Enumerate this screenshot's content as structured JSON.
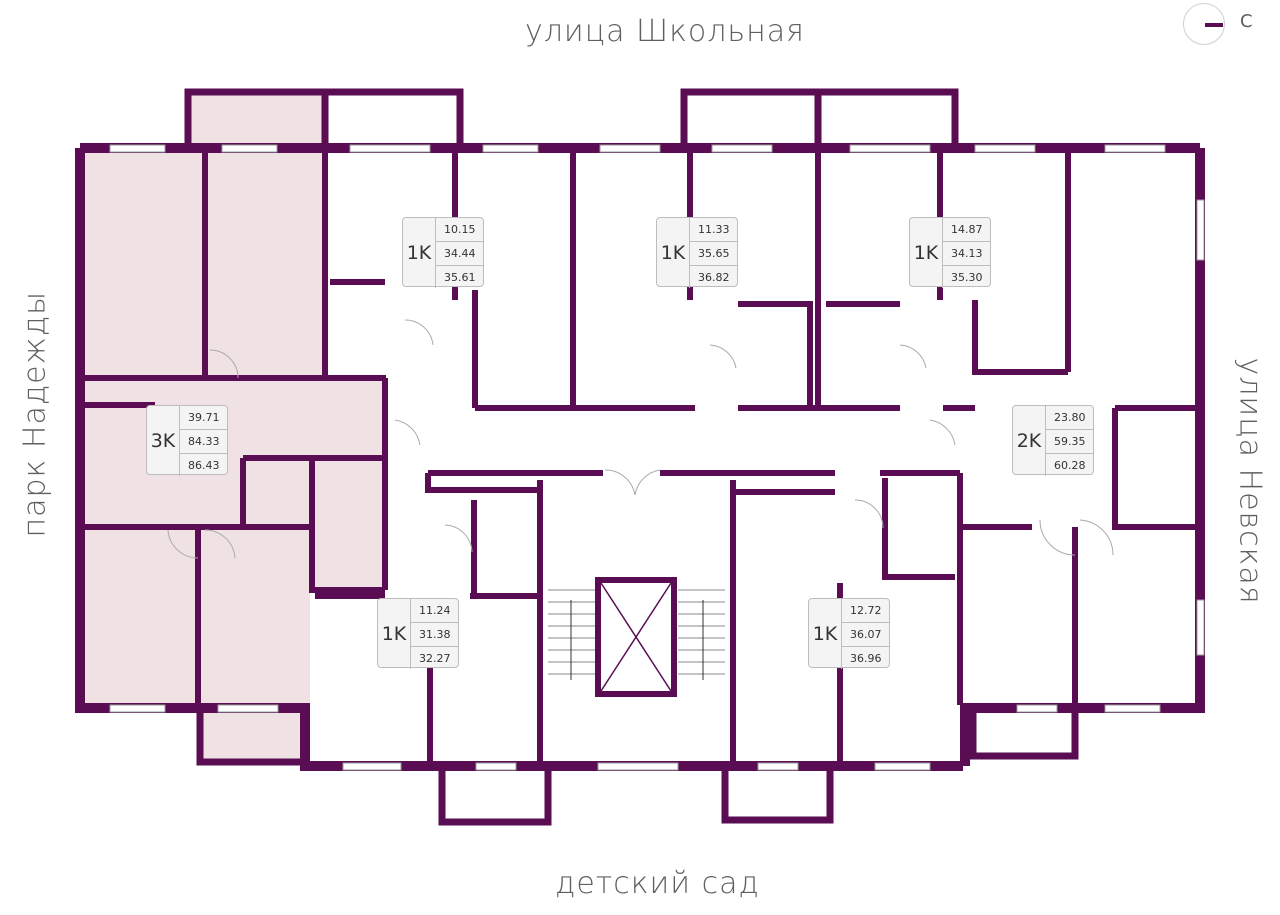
{
  "streets": {
    "top": "улица Школьная",
    "bottom": "детский сад",
    "left": "парк Надежды",
    "right": "улица Невская"
  },
  "compass": {
    "letter": "С"
  },
  "colors": {
    "wall": "#5a0d52",
    "highlight": "#f0e1e4",
    "badge_bg": "#f4f4f4"
  },
  "apartments": [
    {
      "type": "1K",
      "living": "10.15",
      "area": "34.44",
      "total": "35.61"
    },
    {
      "type": "1K",
      "living": "11.33",
      "area": "35.65",
      "total": "36.82"
    },
    {
      "type": "1K",
      "living": "14.87",
      "area": "34.13",
      "total": "35.30"
    },
    {
      "type": "3K",
      "living": "39.71",
      "area": "84.33",
      "total": "86.43"
    },
    {
      "type": "2K",
      "living": "23.80",
      "area": "59.35",
      "total": "60.28"
    },
    {
      "type": "1K",
      "living": "11.24",
      "area": "31.38",
      "total": "32.27"
    },
    {
      "type": "1K",
      "living": "12.72",
      "area": "36.07",
      "total": "36.96"
    }
  ]
}
